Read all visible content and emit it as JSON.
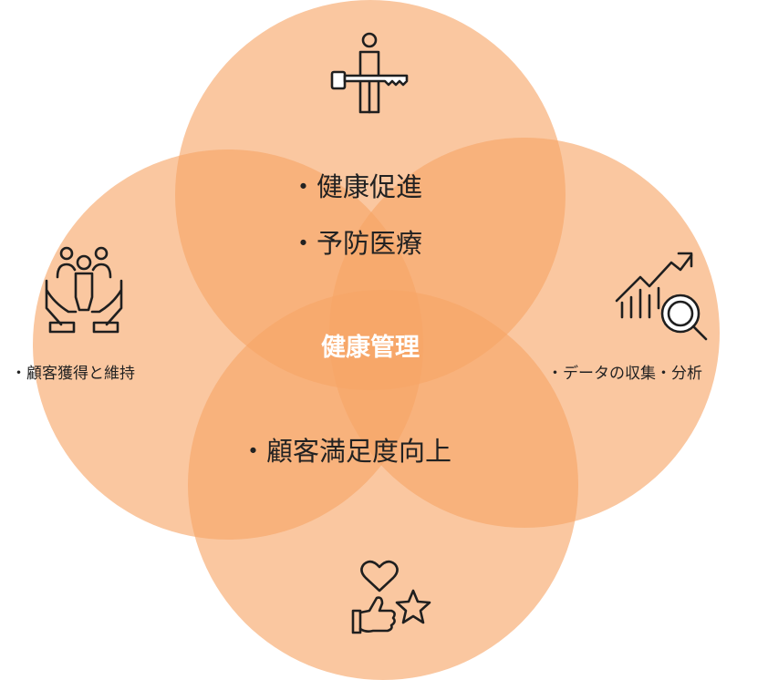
{
  "diagram": {
    "type": "venn",
    "circle_color": "#f7a565",
    "center_color": "#f58a33",
    "center_text_color": "#ffffff",
    "center": {
      "label": "健康管理"
    },
    "top": {
      "icon": "person-with-key-icon",
      "items": [
        "・健康促進",
        "・予防医療"
      ]
    },
    "left": {
      "icon": "hands-holding-people-icon",
      "label": "・顧客獲得と維持"
    },
    "right": {
      "icon": "chart-with-magnifier-icon",
      "label": "・データの収集・分析"
    },
    "bottom_overlap": {
      "label": "・顧客満足度向上"
    },
    "bottom": {
      "icon": "heart-thumbs-up-star-icon"
    }
  }
}
